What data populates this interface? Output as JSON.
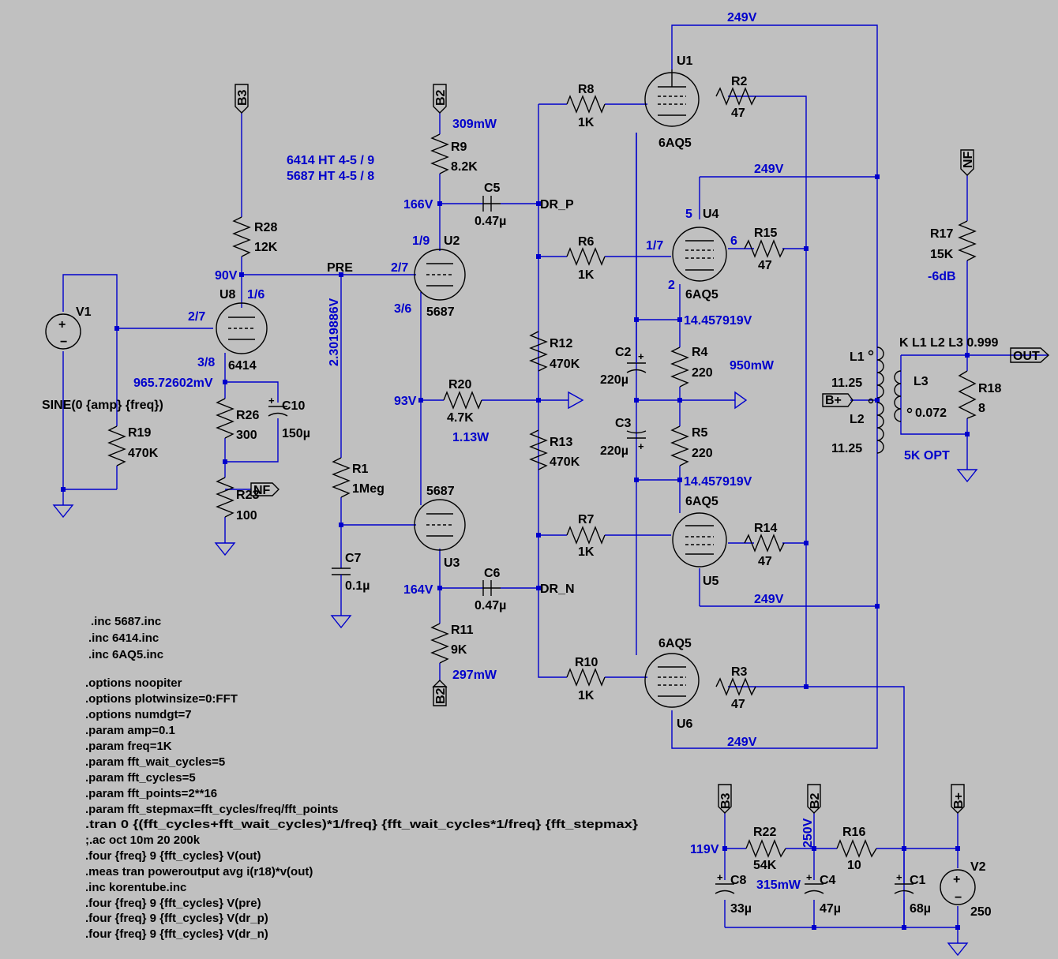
{
  "tubes": {
    "u1": {
      "ref": "U1",
      "model": "6AQ5"
    },
    "u4": {
      "ref": "U4",
      "model": "6AQ5",
      "pins": {
        "p5": "5",
        "p17": "1/7",
        "p6": "6",
        "p2": "2"
      }
    },
    "u5": {
      "ref": "U5",
      "model": "6AQ5"
    },
    "u6": {
      "ref": "U6",
      "model": "6AQ5"
    },
    "u2": {
      "ref": "U2",
      "model": "5687",
      "pins": {
        "p19": "1/9",
        "p27": "2/7",
        "p36": "3/6"
      }
    },
    "u3": {
      "ref": "U3",
      "model": "5687"
    },
    "u8": {
      "ref": "U8",
      "model": "6414",
      "pins": {
        "p16": "1/6",
        "p27": "2/7",
        "p38": "3/8"
      }
    }
  },
  "resistors": {
    "r1": {
      "ref": "R1",
      "value": "1Meg"
    },
    "r2": {
      "ref": "R2",
      "value": "47"
    },
    "r3": {
      "ref": "R3",
      "value": "47"
    },
    "r4": {
      "ref": "R4",
      "value": "220"
    },
    "r5": {
      "ref": "R5",
      "value": "220"
    },
    "r6": {
      "ref": "R6",
      "value": "1K"
    },
    "r7": {
      "ref": "R7",
      "value": "1K"
    },
    "r8": {
      "ref": "R8",
      "value": "1K"
    },
    "r9": {
      "ref": "R9",
      "value": "8.2K"
    },
    "r10": {
      "ref": "R10",
      "value": "1K"
    },
    "r11": {
      "ref": "R11",
      "value": "9K"
    },
    "r12": {
      "ref": "R12",
      "value": "470K"
    },
    "r13": {
      "ref": "R13",
      "value": "470K"
    },
    "r14": {
      "ref": "R14",
      "value": "47"
    },
    "r15": {
      "ref": "R15",
      "value": "47"
    },
    "r16": {
      "ref": "R16",
      "value": "10"
    },
    "r17": {
      "ref": "R17",
      "value": "15K"
    },
    "r18": {
      "ref": "R18",
      "value": "8"
    },
    "r19": {
      "ref": "R19",
      "value": "470K"
    },
    "r20": {
      "ref": "R20",
      "value": "4.7K"
    },
    "r22": {
      "ref": "R22",
      "value": "54K"
    },
    "r23": {
      "ref": "R23",
      "value": "100"
    },
    "r26": {
      "ref": "R26",
      "value": "300"
    },
    "r28": {
      "ref": "R28",
      "value": "12K"
    }
  },
  "capacitors": {
    "c1": {
      "ref": "C1",
      "value": "68µ"
    },
    "c2": {
      "ref": "C2",
      "value": "220µ"
    },
    "c3": {
      "ref": "C3",
      "value": "220µ"
    },
    "c4": {
      "ref": "C4",
      "value": "47µ"
    },
    "c5": {
      "ref": "C5",
      "value": "0.47µ"
    },
    "c6": {
      "ref": "C6",
      "value": "0.47µ"
    },
    "c7": {
      "ref": "C7",
      "value": "0.1µ"
    },
    "c8": {
      "ref": "C8",
      "value": "33µ"
    },
    "c10": {
      "ref": "C10",
      "value": "150µ"
    }
  },
  "inductors": {
    "l1": {
      "ref": "L1",
      "value": "11.25"
    },
    "l2": {
      "ref": "L2",
      "value": "11.25"
    },
    "l3": {
      "ref": "L3",
      "value": "0.072"
    },
    "coupling": "K L1 L2 L3 0.999",
    "opt": "5K OPT"
  },
  "sources": {
    "v1": {
      "ref": "V1",
      "value": "SINE(0 {amp} {freq})"
    },
    "v2": {
      "ref": "V2",
      "value": "250"
    }
  },
  "nets": {
    "b2": "B2",
    "b3": "B3",
    "bplus": "B+",
    "nf": "NF",
    "out": "OUT",
    "pre": "PRE",
    "dr_p": "DR_P",
    "dr_n": "DR_N"
  },
  "readouts": {
    "v249_top": "249V",
    "v249_u4": "249V",
    "v249_u5": "249V",
    "v249_bot": "249V",
    "v166": "166V",
    "v164": "164V",
    "v90": "90V",
    "v93": "93V",
    "v119": "119V",
    "v250": "250V",
    "v_pre": "2.3019886V",
    "v_k8": "965.72602mV",
    "v_k_top": "14.457919V",
    "v_k_bot": "14.457919V",
    "p309": "309mW",
    "p297": "297mW",
    "p1_13": "1.13W",
    "p950": "950mW",
    "p315": "315mW",
    "db": "-6dB"
  },
  "notes": {
    "ht1": "6414 HT 4-5 / 9",
    "ht2": "5687 HT 4-5 / 8"
  },
  "directives": [
    ".inc 5687.inc",
    ".inc 6414.inc",
    ".inc 6AQ5.inc",
    ".options noopiter",
    ".options plotwinsize=0:FFT",
    ".options numdgt=7",
    ".param amp=0.1",
    ".param freq=1K",
    ".param fft_wait_cycles=5",
    ".param fft_cycles=5",
    ".param fft_points=2**16",
    ".param fft_stepmax=fft_cycles/freq/fft_points",
    ".tran 0 {(fft_cycles+fft_wait_cycles)*1/freq} {fft_wait_cycles*1/freq} {fft_stepmax}",
    ";.ac oct 10m 20 200k",
    ".four {freq} 9 {fft_cycles} V(out)",
    ".meas tran poweroutput avg i(r18)*v(out)",
    ".inc korentube.inc",
    ".four {freq} 9 {fft_cycles} V(pre)",
    ".four {freq} 9 {fft_cycles} V(dr_p)",
    ".four {freq} 9 {fft_cycles} V(dr_n)"
  ]
}
